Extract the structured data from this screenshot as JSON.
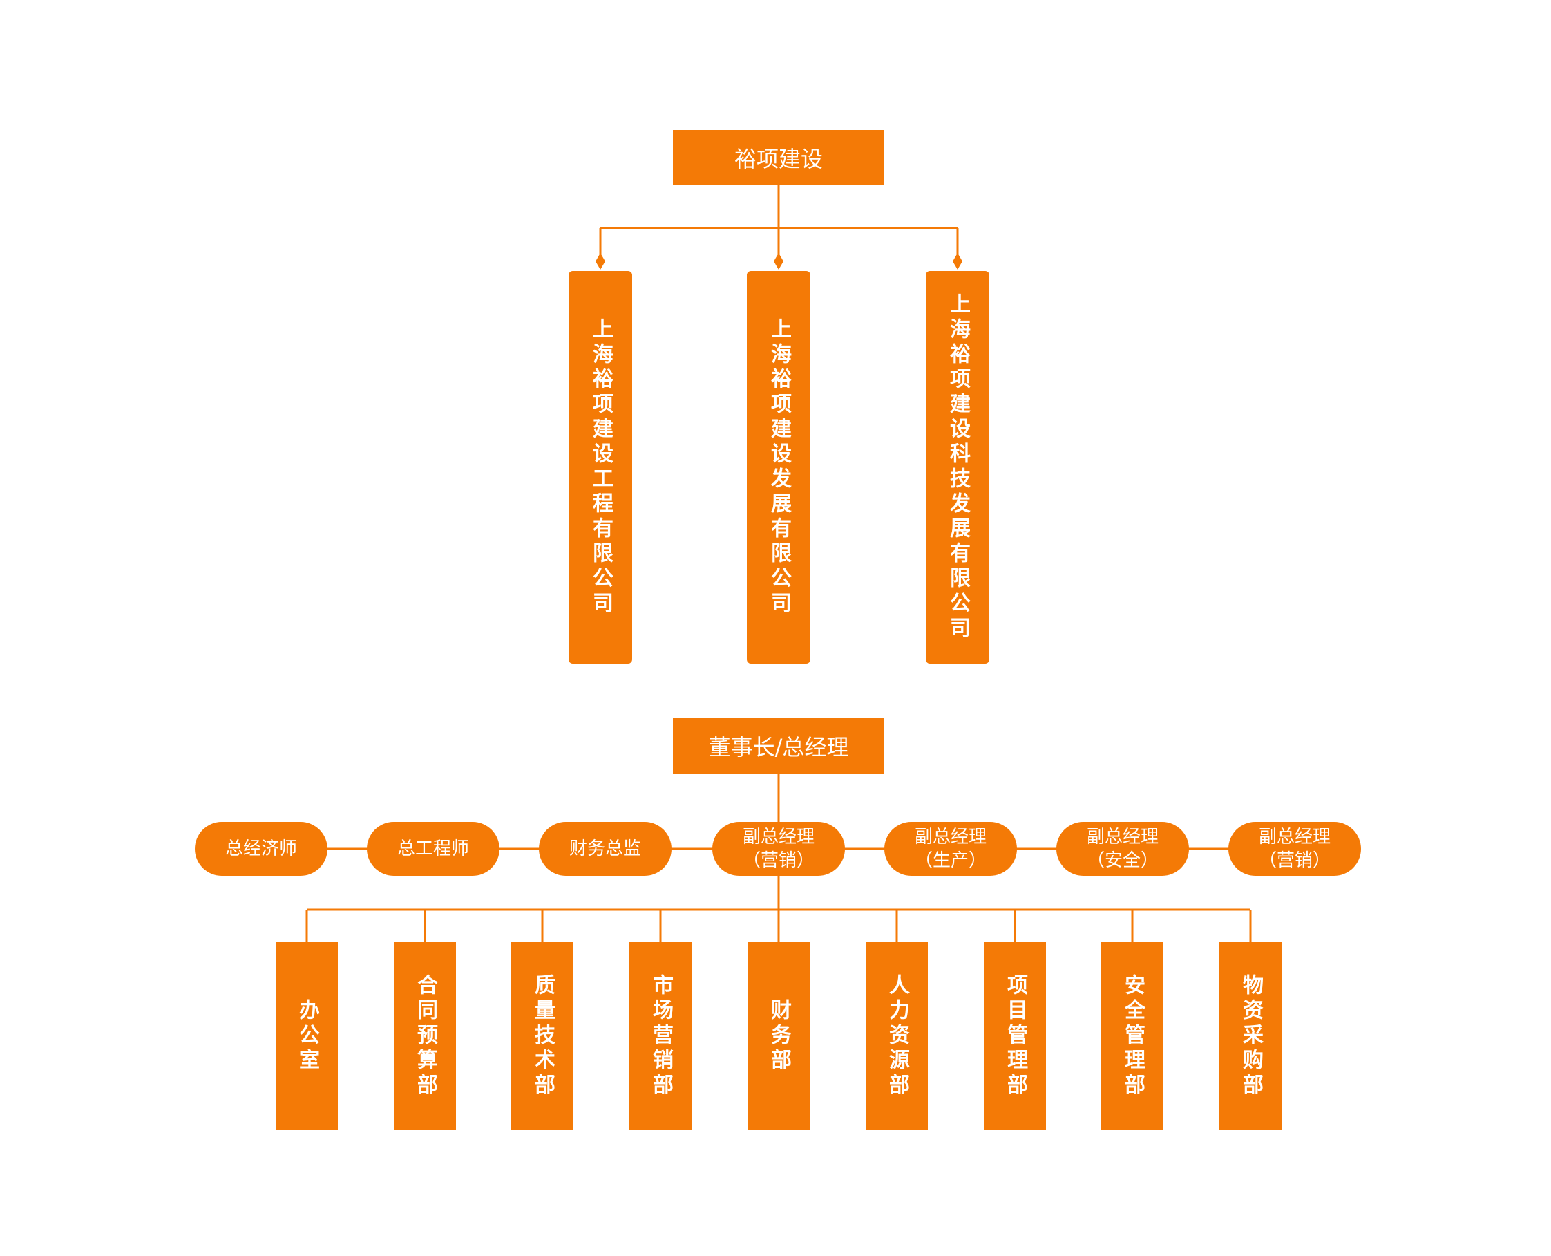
{
  "theme": {
    "accent": "#f47a06",
    "text": "#ffffff",
    "background": "#ffffff"
  },
  "root": "裕项建设",
  "subsidiaries": [
    "上海裕项建设工程有限公司",
    "上海裕项建设发展有限公司",
    "上海裕项建设科技发展有限公司"
  ],
  "ceo": "董事长/总经理",
  "executives": [
    "总经济师",
    "总工程师",
    "财务总监",
    "副总经理\n（营销）",
    "副总经理\n（生产）",
    "副总经理\n（安全）",
    "副总经理\n（营销）"
  ],
  "departments": [
    "办公室",
    "合同预算部",
    "质量技术部",
    "市场营销部",
    "财务部",
    "人力资源部",
    "项目管理部",
    "安全管理部",
    "物资采购部"
  ]
}
